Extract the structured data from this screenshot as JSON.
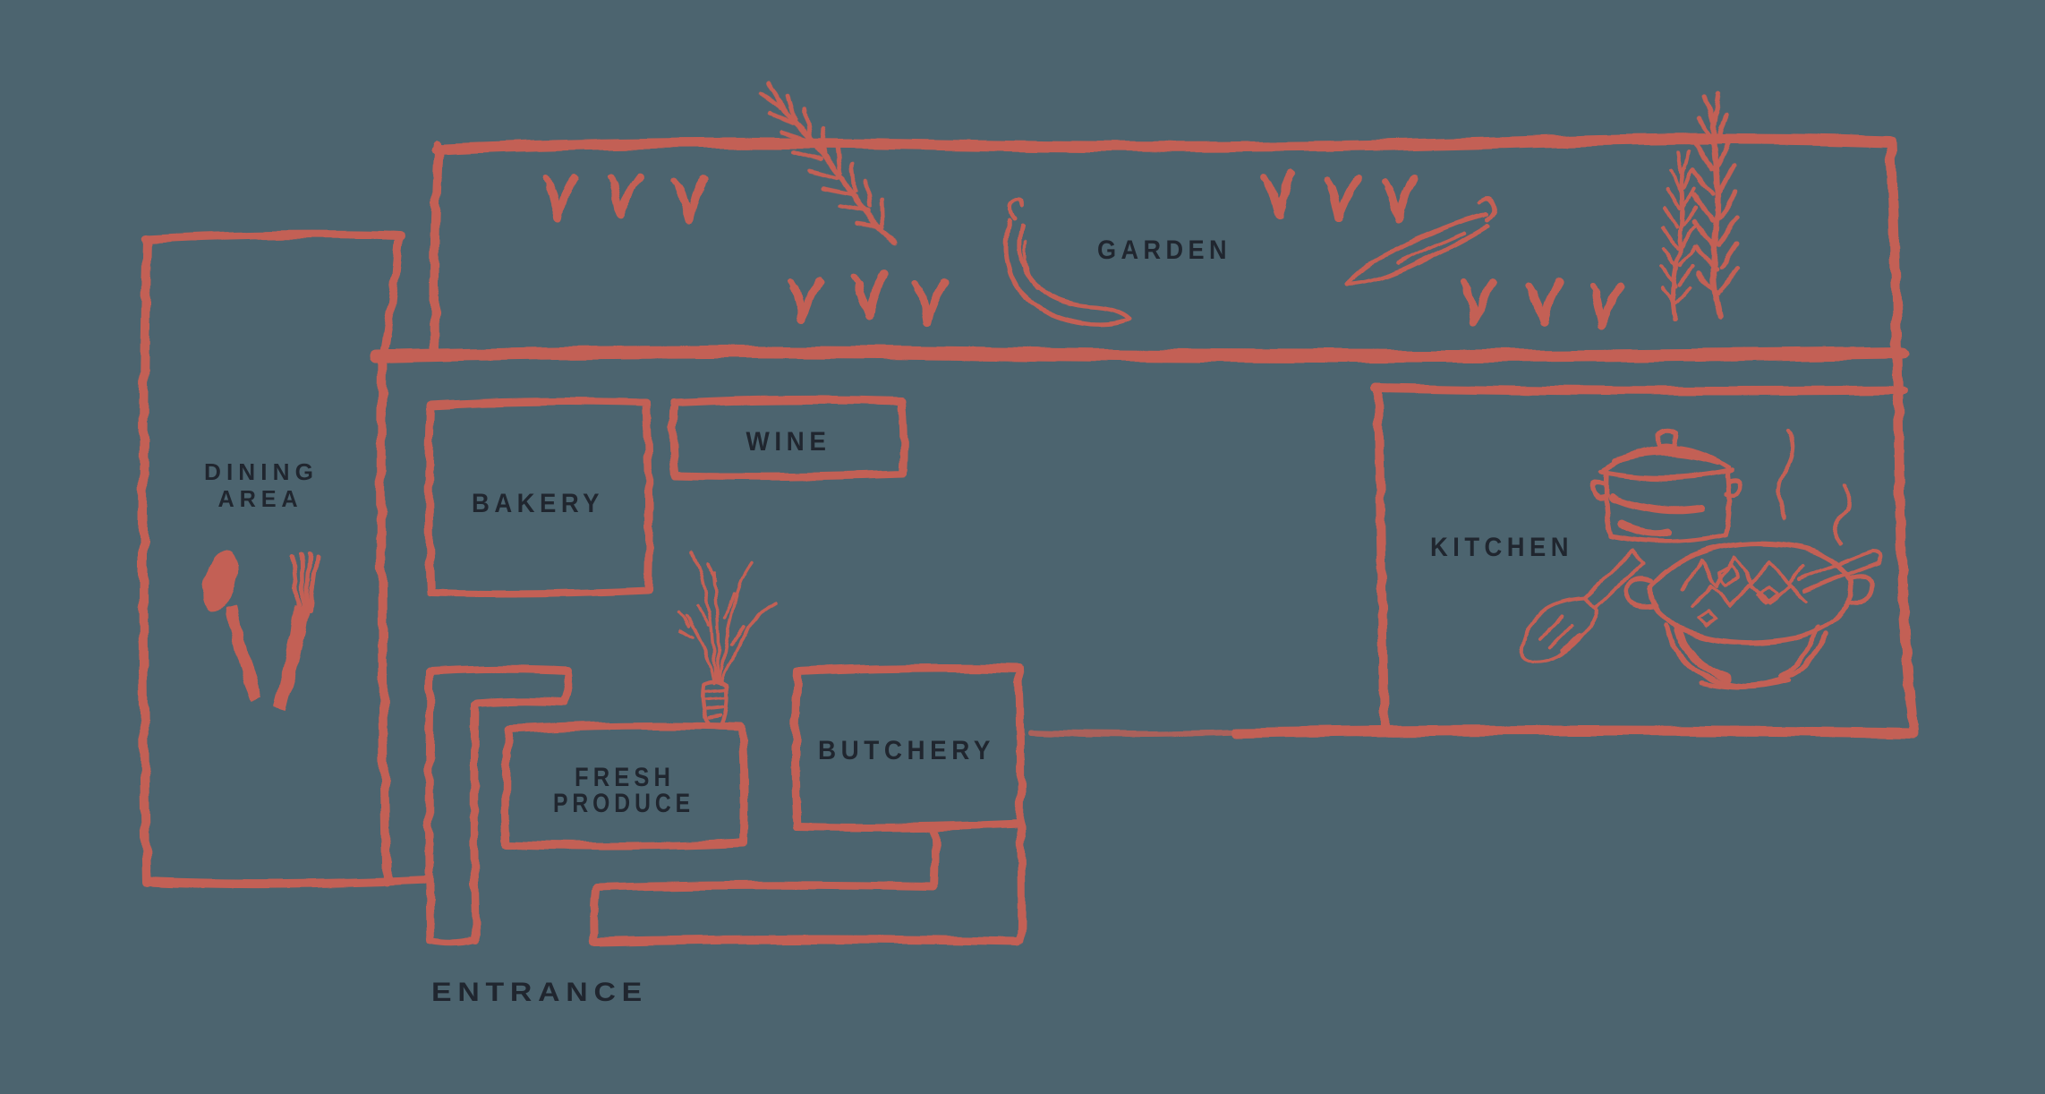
{
  "palette": {
    "background": "#4c646f",
    "line": "#c36055",
    "text": "#20262f"
  },
  "areas": {
    "garden": {
      "label": "GARDEN"
    },
    "dining": {
      "line1": "DINING",
      "line2": "AREA"
    },
    "bakery": {
      "label": "BAKERY"
    },
    "wine": {
      "label": "WINE"
    },
    "kitchen": {
      "label": "KITCHEN"
    },
    "fresh_produce": {
      "line1": "FRESH",
      "line2": "PRODUCE"
    },
    "butchery": {
      "label": "BUTCHERY"
    },
    "entrance": {
      "label": "ENTRANCE"
    }
  },
  "decorations": {
    "garden": [
      "sprout-icon x12",
      "rosemary-sprig-icon x3",
      "chili-icon x2"
    ],
    "dining": [
      "spoon-icon",
      "fork-icon"
    ],
    "fresh_produce": [
      "carrot-icon"
    ],
    "kitchen": [
      "stockpot-icon",
      "steam-icon x2",
      "serving-bowl-icon",
      "serving-spoon-icon",
      "spatula-icon"
    ]
  }
}
